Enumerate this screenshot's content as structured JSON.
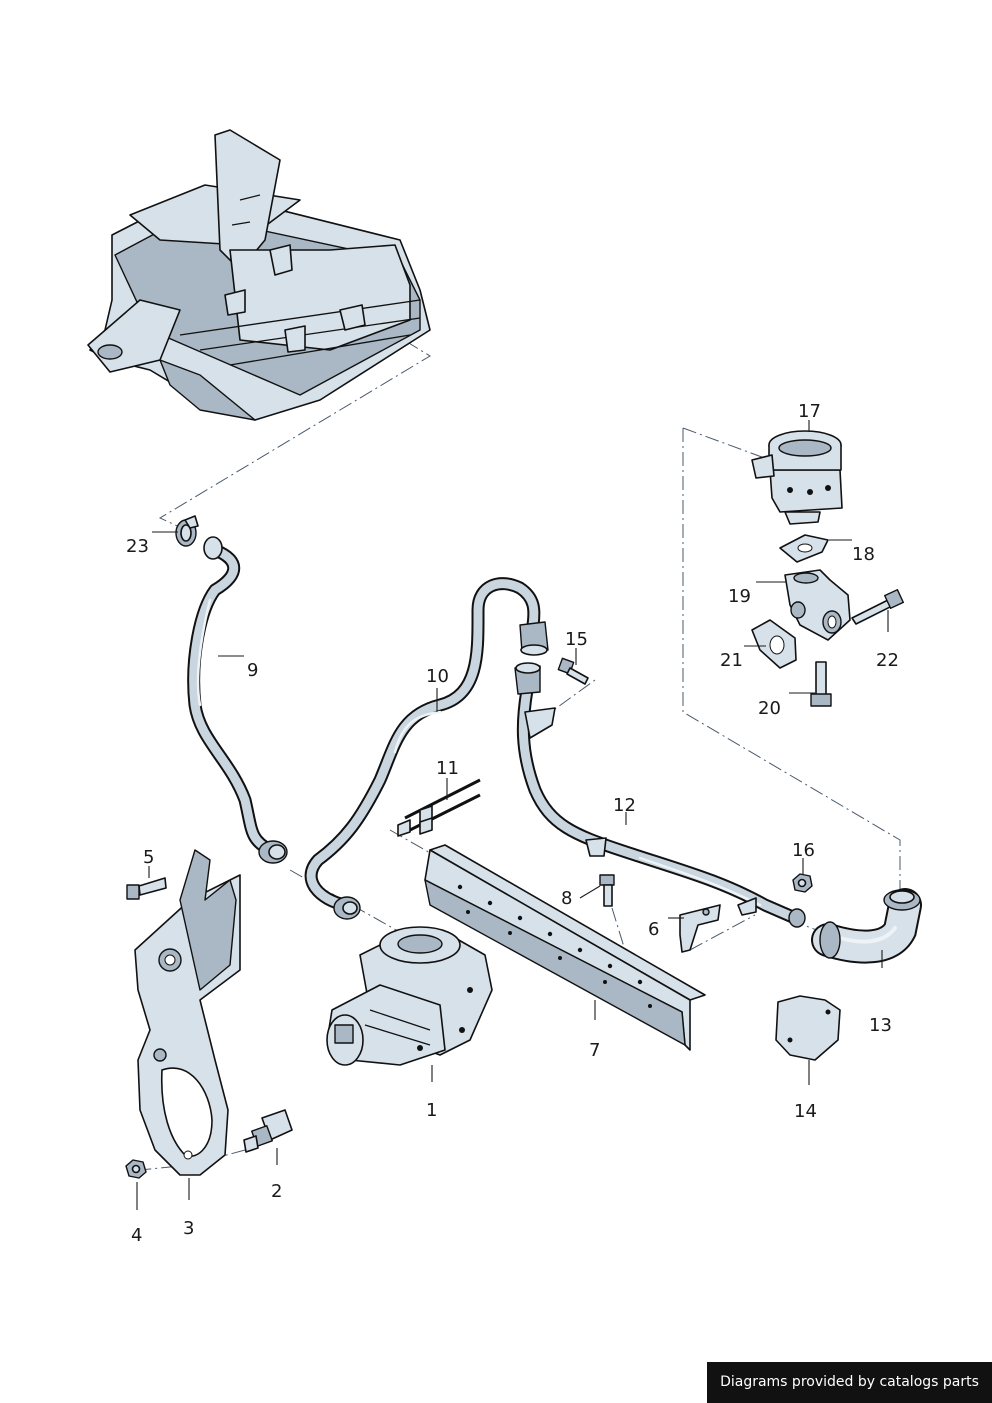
{
  "callouts": {
    "c1": "1",
    "c2": "2",
    "c3": "3",
    "c4": "4",
    "c5": "5",
    "c6": "6",
    "c7": "7",
    "c8": "8",
    "c9": "9",
    "c10": "10",
    "c11": "11",
    "c12": "12",
    "c13": "13",
    "c14": "14",
    "c15": "15",
    "c16": "16",
    "c17": "17",
    "c18": "18",
    "c19": "19",
    "c20": "20",
    "c21": "21",
    "c22": "22",
    "c23": "23"
  },
  "footer": {
    "credit": "Diagrams provided by catalogs parts"
  },
  "colors": {
    "part_fill": "#d7e1e9",
    "outline": "#111111",
    "banner": "#111111"
  }
}
